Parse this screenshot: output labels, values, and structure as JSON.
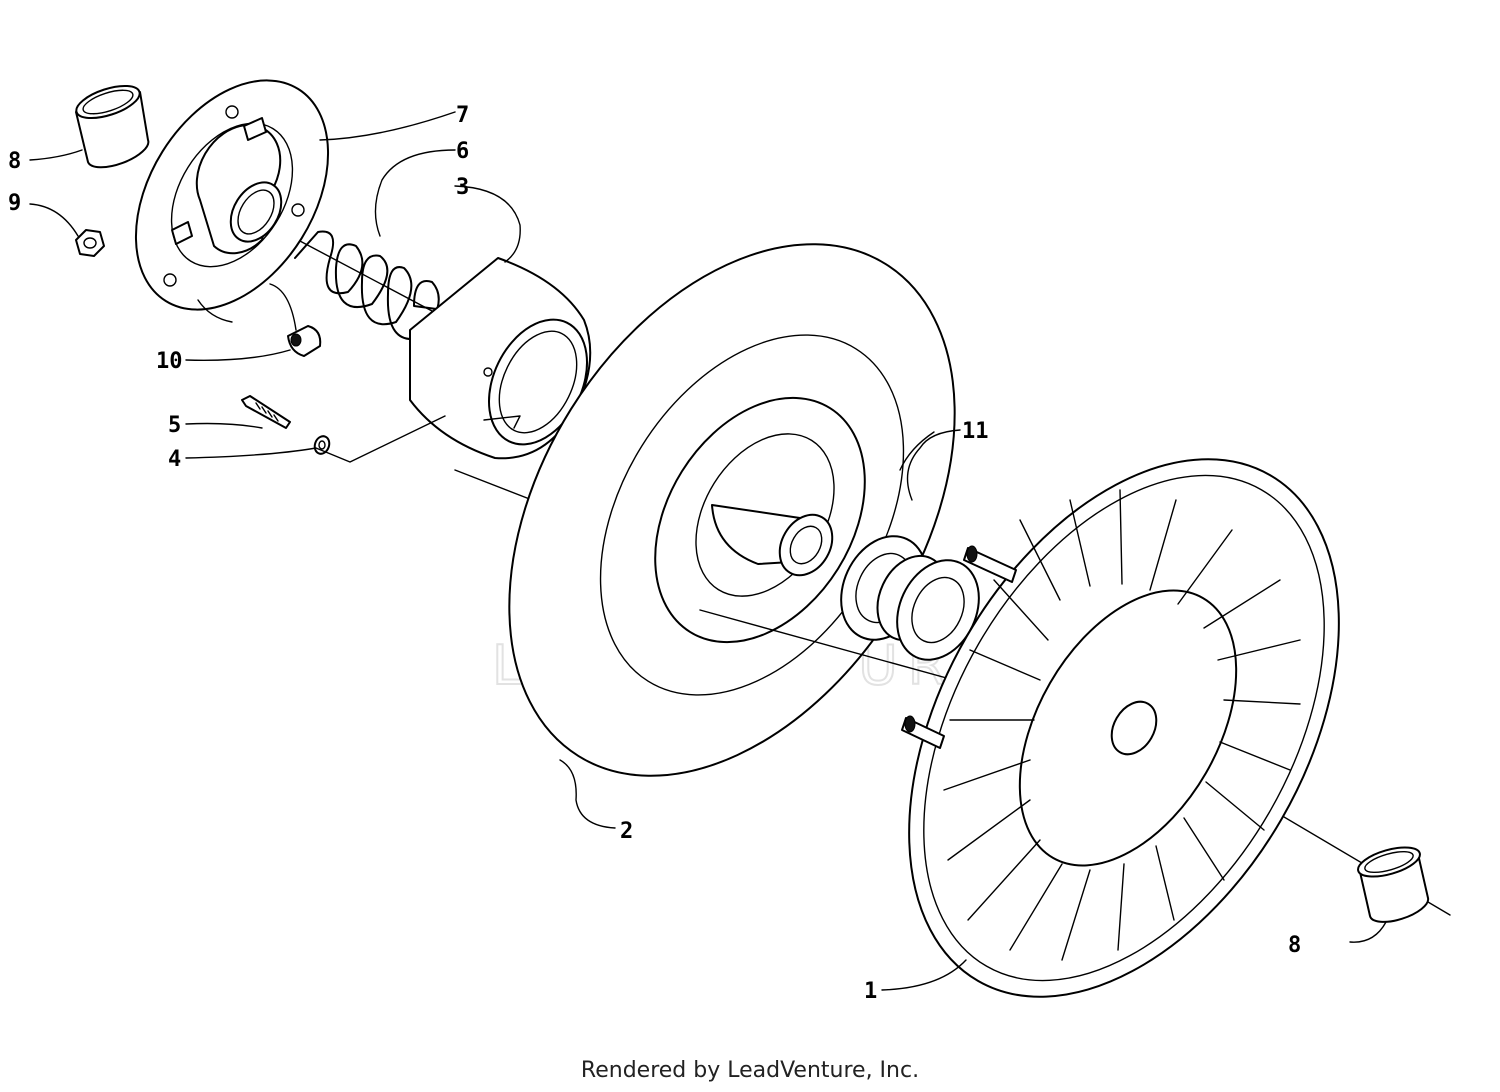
{
  "watermark": "LEADVENTURE",
  "footer": "Rendered by LeadVenture, Inc.",
  "callouts": {
    "c1": "1",
    "c2": "2",
    "c3": "3",
    "c4": "4",
    "c5": "5",
    "c6": "6",
    "c7": "7",
    "c8_top": "8",
    "c8_bottom": "8",
    "c9": "9",
    "c10": "10",
    "c11": "11"
  }
}
